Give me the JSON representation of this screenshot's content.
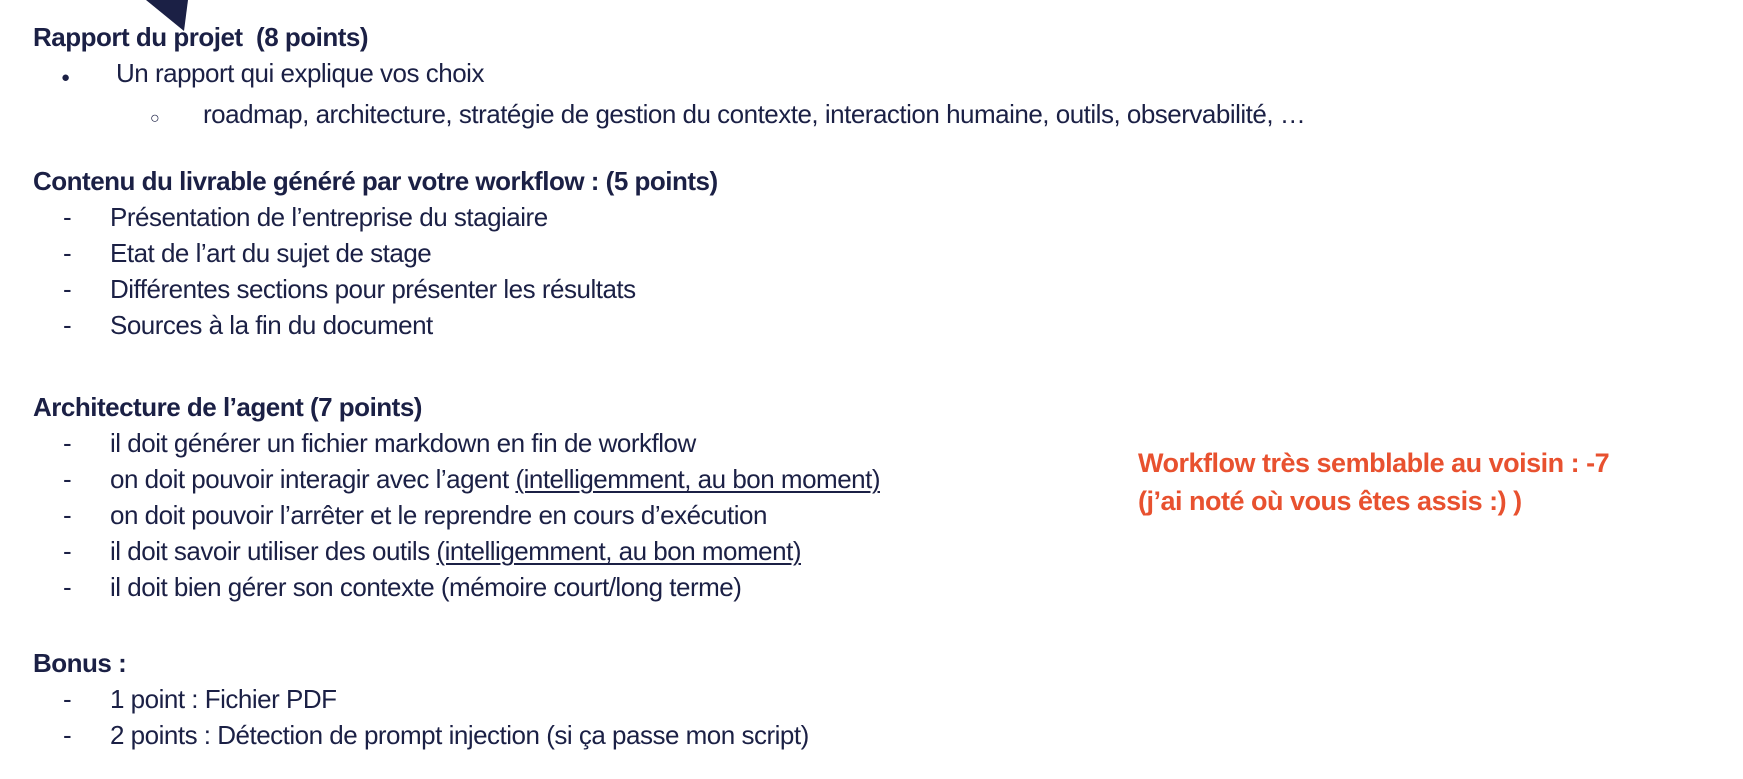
{
  "page": {
    "background_color": "#ffffff",
    "text_color": "#1b2045",
    "accent_color": "#e8512f"
  },
  "markers": {
    "disc": "●",
    "circle": "○",
    "dash": "-"
  },
  "sections": [
    {
      "heading": "Rapport du projet  (8 points)",
      "items": [
        {
          "marker": "disc",
          "text": "Un rapport qui explique vos choix"
        },
        {
          "marker": "circle",
          "text": "roadmap, architecture, stratégie de gestion du contexte, interaction humaine, outils, observabilité, …"
        }
      ]
    },
    {
      "heading": "Contenu du livrable généré par votre workflow : (5 points)",
      "items": [
        {
          "marker": "dash",
          "text": "Présentation de l’entreprise du stagiaire"
        },
        {
          "marker": "dash",
          "text": "Etat de l’art du sujet de stage"
        },
        {
          "marker": "dash",
          "text": "Différentes sections pour présenter les résultats"
        },
        {
          "marker": "dash",
          "text": "Sources à la fin du document"
        }
      ]
    },
    {
      "heading": "Architecture de l’agent (7 points)",
      "items": [
        {
          "marker": "dash",
          "text": "il doit générer un fichier markdown en fin de workflow"
        },
        {
          "marker": "dash",
          "text": "on doit pouvoir interagir avec l’agent ",
          "underlined": "(intelligemment, au bon moment)"
        },
        {
          "marker": "dash",
          "text": "on doit pouvoir l’arrêter et le reprendre en cours d’exécution"
        },
        {
          "marker": "dash",
          "text": "il doit savoir utiliser des outils ",
          "underlined": "(intelligemment, au bon moment)"
        },
        {
          "marker": "dash",
          "text": "il doit bien gérer son contexte (mémoire court/long terme)"
        }
      ]
    },
    {
      "heading": "Bonus :",
      "items": [
        {
          "marker": "dash",
          "text": "1 point : Fichier PDF"
        },
        {
          "marker": "dash",
          "text": "2 points : Détection de prompt injection (si ça passe mon script)"
        }
      ]
    }
  ],
  "annotation": {
    "line1": "Workflow très semblable au voisin : -7",
    "line2": "(j’ai noté où vous êtes assis :) )",
    "color": "#e8512f"
  }
}
